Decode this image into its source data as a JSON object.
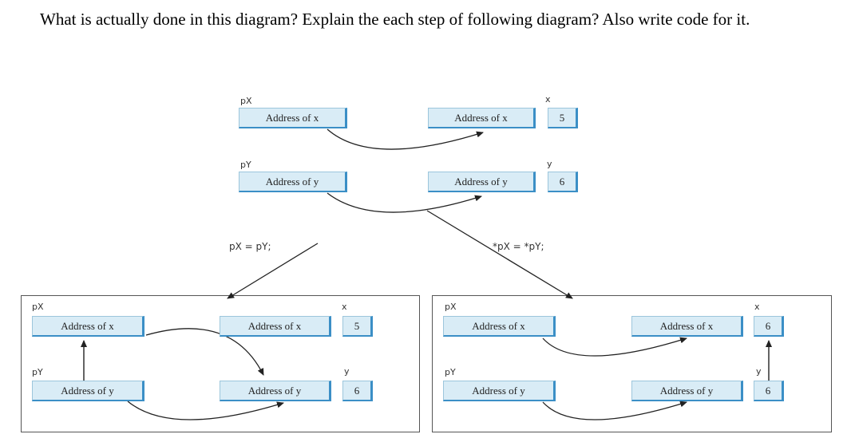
{
  "question": "What is actually done in this diagram? Explain the each step of following diagram? Also write code for it.",
  "diagram": {
    "labels": {
      "px": "pX",
      "py": "pY",
      "x": "x",
      "y": "y"
    },
    "address_of_x": "Address of x",
    "address_of_y": "Address of y",
    "initial": {
      "x_value": "5",
      "y_value": "6"
    },
    "op_pointer_assign": "pX = pY;",
    "op_value_assign": "*pX = *pY;",
    "after_pointer_assign": {
      "x_value": "5",
      "y_value": "6"
    },
    "after_value_assign": {
      "x_value": "6",
      "y_value": "6"
    }
  }
}
